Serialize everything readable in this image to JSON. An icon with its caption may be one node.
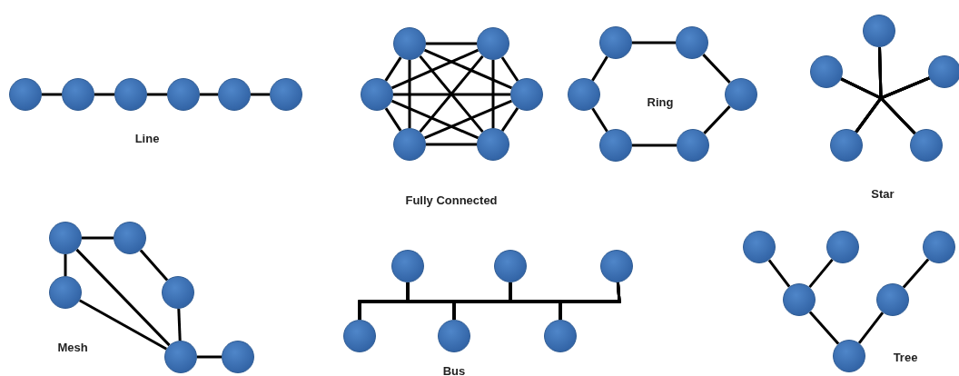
{
  "diagram": {
    "nodes": [
      {
        "text": [],
        "shape": "circle"
      },
      {
        "text": [],
        "shape": "circle"
      },
      {
        "text": [],
        "shape": "circle"
      },
      {
        "text": [],
        "shape": "circle"
      },
      {
        "text": [],
        "shape": "circle"
      },
      {
        "text": [],
        "shape": "circle"
      },
      {
        "text": [],
        "shape": "circle"
      },
      {
        "text": [],
        "shape": "circle"
      },
      {
        "text": [],
        "shape": "circle"
      },
      {
        "text": [],
        "shape": "circle"
      },
      {
        "text": [],
        "shape": "circle"
      },
      {
        "text": [],
        "shape": "circle"
      },
      {
        "text": [],
        "shape": "circle"
      },
      {
        "text": [],
        "shape": "circle"
      },
      {
        "text": [],
        "shape": "circle"
      },
      {
        "text": [],
        "shape": "circle"
      },
      {
        "text": [],
        "shape": "circle"
      },
      {
        "text": [],
        "shape": "circle"
      },
      {
        "text": [],
        "shape": "circle"
      },
      {
        "text": [],
        "shape": "circle"
      },
      {
        "text": [],
        "shape": "circle"
      },
      {
        "text": [],
        "shape": "circle"
      },
      {
        "text": [],
        "shape": "circle"
      },
      {
        "text": [],
        "shape": "circle"
      },
      {
        "text": [],
        "shape": "circle"
      },
      {
        "text": [],
        "shape": "circle"
      },
      {
        "text": [],
        "shape": "circle"
      },
      {
        "text": [],
        "shape": "circle"
      },
      {
        "text": [],
        "shape": "circle"
      },
      {
        "text": [],
        "shape": "circle"
      },
      {
        "text": [],
        "shape": "circle"
      },
      {
        "text": [],
        "shape": "circle"
      },
      {
        "text": [],
        "shape": "circle"
      },
      {
        "text": [],
        "shape": "circle"
      },
      {
        "text": [],
        "shape": "circle"
      },
      {
        "text": [],
        "shape": "circle"
      },
      {
        "text": [],
        "shape": "circle"
      },
      {
        "text": [],
        "shape": "circle"
      },
      {
        "text": [],
        "shape": "circle"
      },
      {
        "text": [],
        "shape": "circle"
      },
      {
        "text": [],
        "shape": "circle"
      }
    ],
    "edges": [
      {
        "from": 0,
        "to": 1,
        "arrow": "none"
      },
      {
        "from": 1,
        "to": 2,
        "arrow": "none"
      },
      {
        "from": 2,
        "to": 3,
        "arrow": "none"
      },
      {
        "from": 3,
        "to": 4,
        "arrow": "none"
      },
      {
        "from": 4,
        "to": 5,
        "arrow": "none"
      },
      {
        "from": 6,
        "to": 7,
        "arrow": "none"
      },
      {
        "from": 6,
        "to": 8,
        "arrow": "none"
      },
      {
        "from": 6,
        "to": 9,
        "arrow": "none"
      },
      {
        "from": 6,
        "to": 10,
        "arrow": "none"
      },
      {
        "from": 6,
        "to": 11,
        "arrow": "none"
      },
      {
        "from": 7,
        "to": 8,
        "arrow": "none"
      },
      {
        "from": 7,
        "to": 9,
        "arrow": "none"
      },
      {
        "from": 7,
        "to": 10,
        "arrow": "none"
      },
      {
        "from": 7,
        "to": 11,
        "arrow": "none"
      },
      {
        "from": 8,
        "to": 9,
        "arrow": "none"
      },
      {
        "from": 8,
        "to": 10,
        "arrow": "none"
      },
      {
        "from": 8,
        "to": 11,
        "arrow": "none"
      },
      {
        "from": 9,
        "to": 10,
        "arrow": "none"
      },
      {
        "from": 9,
        "to": 11,
        "arrow": "none"
      },
      {
        "from": 10,
        "to": 11,
        "arrow": "none"
      },
      {
        "from": 12,
        "to": 13,
        "arrow": "none"
      },
      {
        "from": 13,
        "to": 15,
        "arrow": "none"
      },
      {
        "from": 15,
        "to": 17,
        "arrow": "none"
      },
      {
        "from": 17,
        "to": 16,
        "arrow": "none"
      },
      {
        "from": 16,
        "to": 14,
        "arrow": "none"
      },
      {
        "from": 14,
        "to": 12,
        "arrow": "none"
      },
      {
        "from": 18,
        "to": 19,
        "arrow": "none"
      },
      {
        "from": 18,
        "to": 20,
        "arrow": "none"
      },
      {
        "from": 18,
        "to": 21,
        "arrow": "none"
      },
      {
        "from": 18,
        "to": 22,
        "arrow": "none"
      },
      {
        "from": 19,
        "to": 20,
        "arrow": "none"
      },
      {
        "from": 19,
        "to": 21,
        "arrow": "none"
      },
      {
        "from": 19,
        "to": 22,
        "arrow": "none"
      },
      {
        "from": 20,
        "to": 21,
        "arrow": "none"
      },
      {
        "from": 20,
        "to": 22,
        "arrow": "none"
      },
      {
        "from": 21,
        "to": 22,
        "arrow": "none"
      },
      {
        "from": 23,
        "to": 24,
        "arrow": "none"
      },
      {
        "from": 23,
        "to": 25,
        "arrow": "none"
      },
      {
        "from": 23,
        "to": 27,
        "arrow": "none"
      },
      {
        "from": 25,
        "to": 27,
        "arrow": "none"
      },
      {
        "from": 24,
        "to": 26,
        "arrow": "none"
      },
      {
        "from": 26,
        "to": 27,
        "arrow": "none"
      },
      {
        "from": 27,
        "to": 28,
        "arrow": "none"
      },
      {
        "from": 29,
        "to": 30,
        "arrow": "none"
      },
      {
        "from": 29,
        "to": 31,
        "arrow": "none"
      },
      {
        "from": 29,
        "to": 32,
        "arrow": "none"
      },
      {
        "from": 29,
        "to": 33,
        "arrow": "none"
      },
      {
        "from": 29,
        "to": 34,
        "arrow": "none"
      },
      {
        "from": 30,
        "to": 31,
        "arrow": "none"
      },
      {
        "from": 30,
        "to": 32,
        "arrow": "none"
      },
      {
        "from": 30,
        "to": 33,
        "arrow": "none"
      },
      {
        "from": 30,
        "to": 34,
        "arrow": "none"
      },
      {
        "from": 31,
        "to": 32,
        "arrow": "none"
      },
      {
        "from": 31,
        "to": 33,
        "arrow": "none"
      },
      {
        "from": 31,
        "to": 34,
        "arrow": "none"
      },
      {
        "from": 32,
        "to": 33,
        "arrow": "none"
      },
      {
        "from": 32,
        "to": 34,
        "arrow": "none"
      },
      {
        "from": 33,
        "to": 34,
        "arrow": "none"
      },
      {
        "from": 35,
        "to": 38,
        "arrow": "none"
      },
      {
        "from": 36,
        "to": 38,
        "arrow": "none"
      },
      {
        "from": 37,
        "to": 39,
        "arrow": "none"
      },
      {
        "from": 38,
        "to": 40,
        "arrow": "none"
      },
      {
        "from": 39,
        "to": 40,
        "arrow": "none"
      }
    ],
    "labels": [
      "Line",
      "Fully Connected",
      "Ring",
      "Star",
      "Mesh",
      "Bus",
      "Tree"
    ]
  }
}
